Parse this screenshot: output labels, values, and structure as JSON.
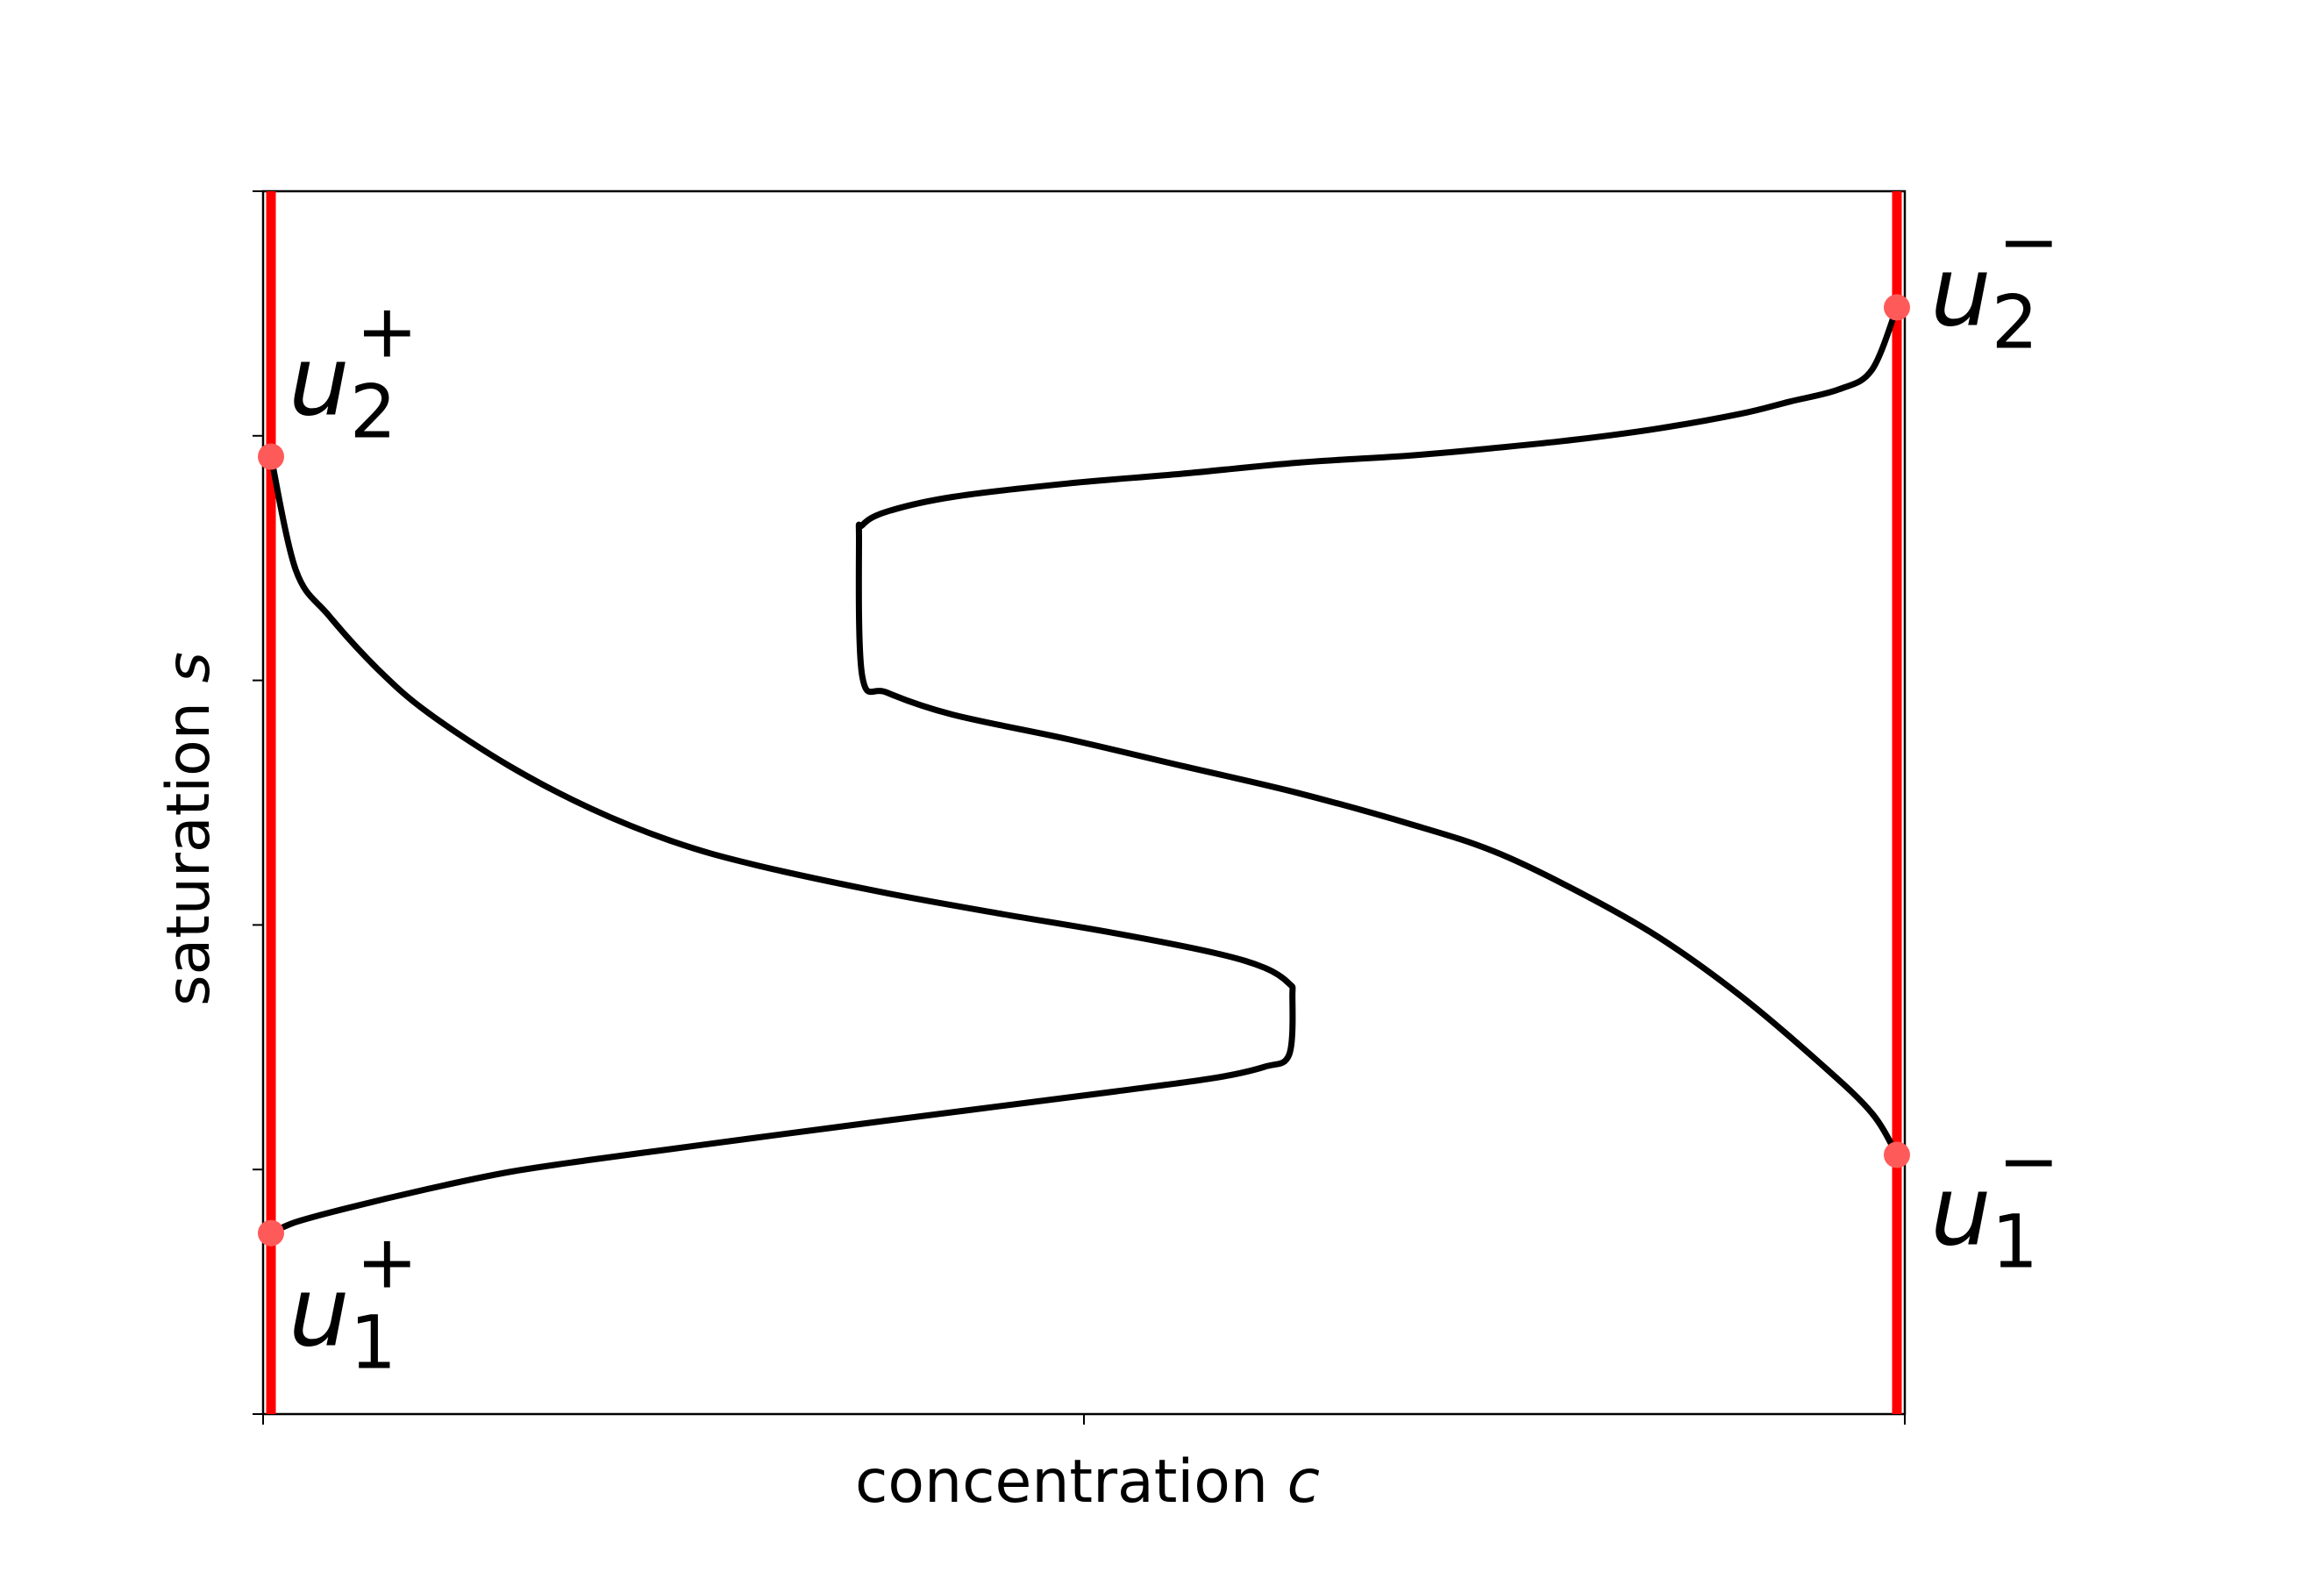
{
  "chart_data": {
    "type": "line",
    "xlabel": "concentration",
    "xlabel_var": "c",
    "ylabel": "saturation",
    "ylabel_var": "s",
    "xlim": [
      0,
      1
    ],
    "ylim": [
      0,
      1
    ],
    "xticks": [
      0,
      0.5,
      1
    ],
    "yticks": [
      0,
      0.2,
      0.4,
      0.6,
      0.8,
      1.0
    ],
    "tick_labels_shown": false,
    "grid": false,
    "colors": {
      "curve": "#000000",
      "boundary": "#ff0000",
      "points": "#ff5a5a"
    },
    "boundary_lines_x": [
      0,
      1
    ],
    "series": [
      {
        "id": "wave-curve-1",
        "x": [
          0.0,
          0.02,
          0.05,
          0.1,
          0.15,
          0.2,
          0.25,
          0.3,
          0.38,
          0.45,
          0.52,
          0.58,
          0.61,
          0.625,
          0.627,
          0.625,
          0.61,
          0.58,
          0.52,
          0.45,
          0.38,
          0.3,
          0.25,
          0.2,
          0.15,
          0.1,
          0.07,
          0.04,
          0.02,
          0.0
        ],
        "y": [
          0.148,
          0.157,
          0.168,
          0.184,
          0.198,
          0.208,
          0.217,
          0.226,
          0.24,
          0.252,
          0.264,
          0.275,
          0.284,
          0.294,
          0.342,
          0.352,
          0.365,
          0.377,
          0.393,
          0.409,
          0.426,
          0.449,
          0.468,
          0.495,
          0.53,
          0.574,
          0.609,
          0.653,
          0.69,
          0.783
        ]
      },
      {
        "id": "wave-curve-2",
        "x": [
          1.0,
          0.98,
          0.95,
          0.9,
          0.85,
          0.8,
          0.75,
          0.7,
          0.63,
          0.56,
          0.49,
          0.42,
          0.38,
          0.365,
          0.363,
          0.365,
          0.38,
          0.42,
          0.49,
          0.56,
          0.63,
          0.7,
          0.75,
          0.8,
          0.85,
          0.9,
          0.93,
          0.96,
          0.98,
          1.0
        ],
        "y": [
          0.212,
          0.246,
          0.285,
          0.342,
          0.39,
          0.428,
          0.46,
          0.482,
          0.508,
          0.53,
          0.552,
          0.572,
          0.59,
          0.603,
          0.715,
          0.727,
          0.738,
          0.75,
          0.761,
          0.769,
          0.778,
          0.784,
          0.79,
          0.797,
          0.806,
          0.818,
          0.828,
          0.838,
          0.854,
          0.905
        ]
      }
    ],
    "points": [
      {
        "id": "u2-plus",
        "x": 0.0,
        "y": 0.783,
        "base": "u",
        "sub": "2",
        "sup": "+",
        "side": "right-above"
      },
      {
        "id": "u1-plus",
        "x": 0.0,
        "y": 0.148,
        "base": "u",
        "sub": "1",
        "sup": "+",
        "side": "right-below"
      },
      {
        "id": "u2-minus",
        "x": 1.0,
        "y": 0.905,
        "base": "u",
        "sub": "2",
        "sup": "−",
        "side": "right-outside"
      },
      {
        "id": "u1-minus",
        "x": 1.0,
        "y": 0.212,
        "base": "u",
        "sub": "1",
        "sup": "−",
        "side": "right-outside-below"
      }
    ]
  }
}
